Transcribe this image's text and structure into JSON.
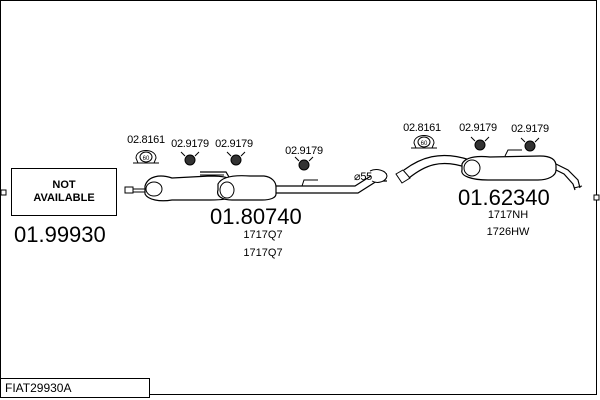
{
  "parts": {
    "not_available_label": "NOT\nAVAILABLE",
    "left_part_number": "01.99930",
    "middle_part_number": "01.80740",
    "middle_sub_numbers": [
      "1717Q7",
      "1717Q7"
    ],
    "right_part_number": "01.62340",
    "right_sub_numbers": [
      "1717NH",
      "1726HW"
    ],
    "pipe_diameter_label": "⌀55",
    "clamp_refs_middle": [
      "02.8161",
      "02.9179",
      "02.9179",
      "02.9179"
    ],
    "clamp_refs_right": [
      "02.8161",
      "02.9179",
      "02.9179"
    ],
    "clamp_size_label": "60"
  },
  "footer": {
    "model_code": "FIAT29930A"
  }
}
